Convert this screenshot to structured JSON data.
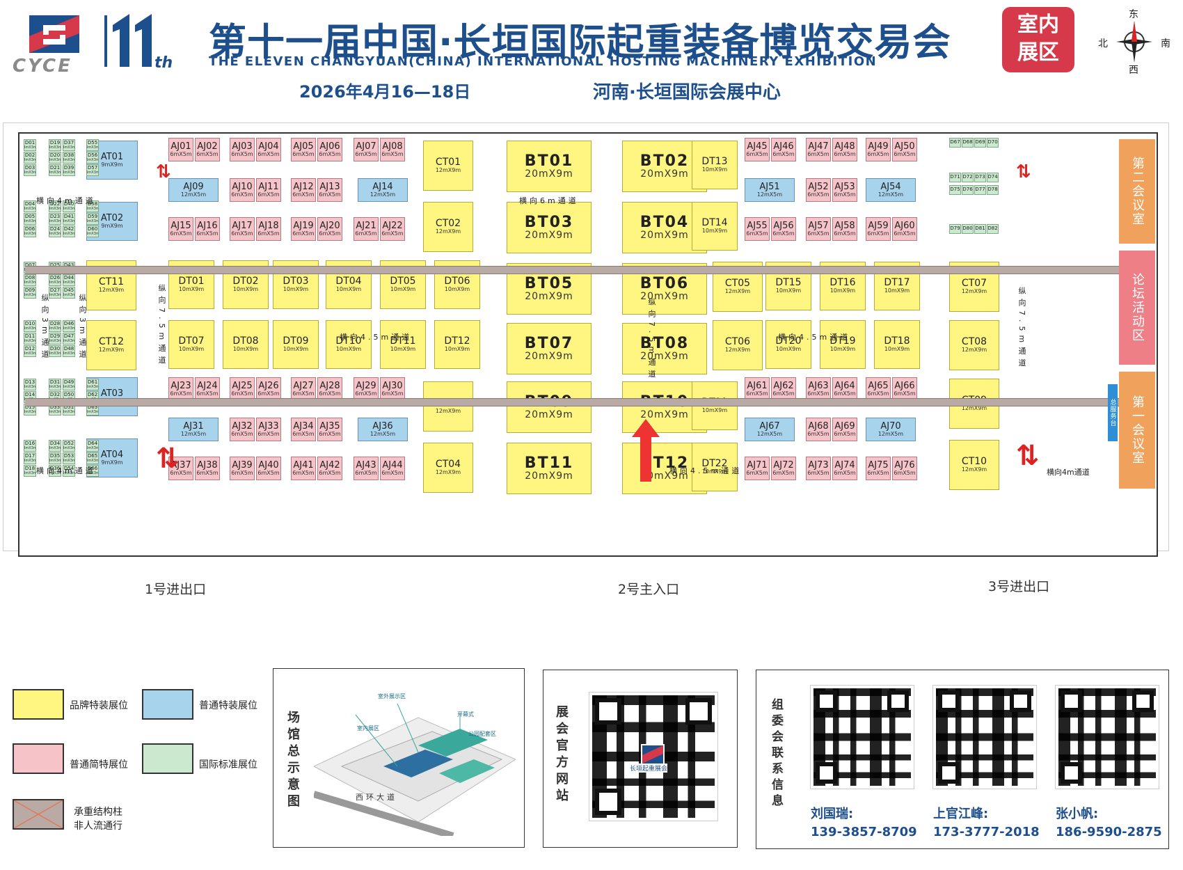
{
  "header": {
    "logo_text": "CYCE",
    "edition_mark": "th",
    "title": "第十一届中国·长垣国际起重装备博览交易会",
    "subtitle_en": "THE ELEVEN CHANGYUAN(CHINA) INTERNATIONAL HOSTING MACHINERY EXHIBITION",
    "date": "2026年4月16—18日",
    "venue": "河南·长垣国际会展中心",
    "badge_line1": "室内",
    "badge_line2": "展区",
    "compass": {
      "n": "北",
      "s": "南",
      "e": "东",
      "w": "西"
    }
  },
  "colors": {
    "brand_blue": "#1e4f8d",
    "brand_red": "#d63a4a",
    "brand_special": "#fff581",
    "regular_special": "#a8d3ec",
    "simple_special": "#f6c4c8",
    "intl_standard": "#cbe9cf",
    "room_orange": "#f0a25c",
    "room_pink": "#ee7f87",
    "service_blue": "#2e8fd6"
  },
  "booths": {
    "big": [
      {
        "code": "BT01",
        "size": "20mX9m"
      },
      {
        "code": "BT02",
        "size": "20mX9m"
      },
      {
        "code": "BT03",
        "size": "20mX9m"
      },
      {
        "code": "BT04",
        "size": "20mX9m"
      },
      {
        "code": "BT05",
        "size": "20mX9m"
      },
      {
        "code": "BT06",
        "size": "20mX9m"
      },
      {
        "code": "BT07",
        "size": "20mX9m"
      },
      {
        "code": "BT08",
        "size": "20mX9m"
      },
      {
        "code": "BT09",
        "size": "20mX9m"
      },
      {
        "code": "BT10",
        "size": "20mX9m"
      },
      {
        "code": "BT11",
        "size": "20mX9m"
      },
      {
        "code": "BT12",
        "size": "20mX9m"
      }
    ],
    "ct": [
      {
        "code": "CT01",
        "size": "12mX9m"
      },
      {
        "code": "CT02",
        "size": "12mX9m"
      },
      {
        "code": "CT03",
        "size": "12mX9m"
      },
      {
        "code": "CT04",
        "size": "12mX9m"
      },
      {
        "code": "CT05",
        "size": "12mX9m"
      },
      {
        "code": "CT06",
        "size": "12mX9m"
      },
      {
        "code": "CT07",
        "size": "12mX9m"
      },
      {
        "code": "CT08",
        "size": "12mX9m"
      },
      {
        "code": "CT09",
        "size": "12mX9m"
      },
      {
        "code": "CT10",
        "size": "12mX9m"
      },
      {
        "code": "CT11",
        "size": "12mX9m"
      },
      {
        "code": "CT12",
        "size": "12mX9m"
      }
    ],
    "dt": [
      {
        "code": "DT01",
        "size": "10mX9m"
      },
      {
        "code": "DT02",
        "size": "10mX9m"
      },
      {
        "code": "DT03",
        "size": "10mX9m"
      },
      {
        "code": "DT04",
        "size": "10mX9m"
      },
      {
        "code": "DT05",
        "size": "10mX9m"
      },
      {
        "code": "DT06",
        "size": "10mX9m"
      },
      {
        "code": "DT07",
        "size": "10mX9m"
      },
      {
        "code": "DT08",
        "size": "10mX9m"
      },
      {
        "code": "DT09",
        "size": "10mX9m"
      },
      {
        "code": "DT10",
        "size": "10mX9m"
      },
      {
        "code": "DT11",
        "size": "10mX9m"
      },
      {
        "code": "DT12",
        "size": "10mX9m"
      },
      {
        "code": "DT13",
        "size": "10mX9m"
      },
      {
        "code": "DT14",
        "size": "10mX9m"
      },
      {
        "code": "DT15",
        "size": "10mX9m"
      },
      {
        "code": "DT16",
        "size": "10mX9m"
      },
      {
        "code": "DT17",
        "size": "10mX9m"
      },
      {
        "code": "DT18",
        "size": "10mX9m"
      },
      {
        "code": "DT19",
        "size": "10mX9m"
      },
      {
        "code": "DT20",
        "size": "10mX9m"
      },
      {
        "code": "DT21",
        "size": "10mX9m"
      },
      {
        "code": "DT22",
        "size": "10mX9m"
      }
    ],
    "at": [
      {
        "code": "AT01",
        "size": "9mX9m"
      },
      {
        "code": "AT02",
        "size": "9mX9m"
      },
      {
        "code": "AT03",
        "size": "9mX9m"
      },
      {
        "code": "AT04",
        "size": "9mX9m"
      }
    ],
    "aj_pairs": [
      [
        "AJ01",
        "AJ02"
      ],
      [
        "AJ03",
        "AJ04"
      ],
      [
        "AJ05",
        "AJ06"
      ],
      [
        "AJ07",
        "AJ08"
      ],
      [
        "AJ10",
        "AJ11"
      ],
      [
        "AJ12",
        "AJ13"
      ],
      [
        "AJ15",
        "AJ16"
      ],
      [
        "AJ17",
        "AJ18"
      ],
      [
        "AJ19",
        "AJ20"
      ],
      [
        "AJ21",
        "AJ22"
      ],
      [
        "AJ23",
        "AJ24"
      ],
      [
        "AJ25",
        "AJ26"
      ],
      [
        "AJ27",
        "AJ28"
      ],
      [
        "AJ29",
        "AJ30"
      ],
      [
        "AJ32",
        "AJ33"
      ],
      [
        "AJ34",
        "AJ35"
      ],
      [
        "AJ37",
        "AJ38"
      ],
      [
        "AJ39",
        "AJ40"
      ],
      [
        "AJ41",
        "AJ42"
      ],
      [
        "AJ43",
        "AJ44"
      ],
      [
        "AJ45",
        "AJ46"
      ],
      [
        "AJ47",
        "AJ48"
      ],
      [
        "AJ49",
        "AJ50"
      ],
      [
        "AJ52",
        "AJ53"
      ],
      [
        "AJ55",
        "AJ56"
      ],
      [
        "AJ57",
        "AJ58"
      ],
      [
        "AJ59",
        "AJ60"
      ],
      [
        "AJ61",
        "AJ62"
      ],
      [
        "AJ63",
        "AJ64"
      ],
      [
        "AJ65",
        "AJ66"
      ],
      [
        "AJ68",
        "AJ69"
      ],
      [
        "AJ71",
        "AJ72"
      ],
      [
        "AJ73",
        "AJ74"
      ],
      [
        "AJ75",
        "AJ76"
      ]
    ],
    "aj_small_size": "6mX5m",
    "aj_wide": [
      {
        "code": "AJ09",
        "size": "12mX5m"
      },
      {
        "code": "AJ14",
        "size": "12mX5m"
      },
      {
        "code": "AJ31",
        "size": "12mX5m"
      },
      {
        "code": "AJ36",
        "size": "12mX5m"
      },
      {
        "code": "AJ51",
        "size": "12mX5m"
      },
      {
        "code": "AJ54",
        "size": "12mX5m"
      },
      {
        "code": "AJ67",
        "size": "12mX5m"
      },
      {
        "code": "AJ70",
        "size": "12mX5m"
      }
    ],
    "d_size": "3mX3m",
    "d_groups": [
      [
        "D01",
        "D02",
        "D03"
      ],
      [
        "D19",
        "D20",
        "D21"
      ],
      [
        "D37",
        "D38",
        "D39"
      ],
      [
        "D55",
        "D56",
        "D57"
      ],
      [
        "D04",
        "D05",
        "D06"
      ],
      [
        "D22",
        "D23",
        "D24"
      ],
      [
        "D40",
        "D41",
        "D42"
      ],
      [
        "D58",
        "D59",
        "D60"
      ],
      [
        "D07",
        "D08",
        "D09"
      ],
      [
        "D25",
        "D26",
        "D27"
      ],
      [
        "D43",
        "D44",
        "D45"
      ],
      [
        "D10",
        "D11",
        "D12"
      ],
      [
        "D28",
        "D29",
        "D30"
      ],
      [
        "D46",
        "D47",
        "D48"
      ],
      [
        "D13",
        "D14",
        "D15"
      ],
      [
        "D31",
        "D32",
        "D33"
      ],
      [
        "D49",
        "D50",
        "D51"
      ],
      [
        "D61",
        "D62",
        "D63"
      ],
      [
        "D16",
        "D17",
        "D18"
      ],
      [
        "D34",
        "D35",
        "D36"
      ],
      [
        "D52",
        "D53",
        "D54"
      ],
      [
        "D64",
        "D65",
        "D66"
      ]
    ],
    "d_right": [
      "D67",
      "D68",
      "D69",
      "D70",
      "D71",
      "D72",
      "D73",
      "D74",
      "D75",
      "D76",
      "D77",
      "D78",
      "D79",
      "D80",
      "D81",
      "D82"
    ]
  },
  "dimensions": {
    "m12": "12m",
    "m10": "10m",
    "m9": "9m",
    "m6": "6m",
    "m3": "3m"
  },
  "aisles": {
    "h4m_left": "横向4m通道",
    "h6m": "横向6m通道",
    "h45m_left": "横向4.5m通道",
    "h45m_right": "横向4.5m通道",
    "h45m_lower": "横向4.5m通道",
    "h4m_right": "横向4m通道",
    "v3m_a": "纵向3m通道",
    "v3m_b": "纵向3m通道",
    "v75_left": "纵向7.5m通道",
    "v75_center": "纵向7.5m通道",
    "v75_right": "纵向7.5m通道"
  },
  "rooms": {
    "room2": "第二会议室",
    "forum": "论坛活动区",
    "room1": "第一会议室",
    "service": "总服务台"
  },
  "exits": {
    "exit1": "1号进出口",
    "exit2": "2号主入口",
    "exit3": "3号进出口"
  },
  "legend": {
    "brand_special": "品牌特装展位",
    "regular_special": "普通特装展位",
    "simple_special": "普通简特展位",
    "intl_standard": "国际标准展位",
    "column_line1": "承重结构柱",
    "column_line2": "非人流通行"
  },
  "panels": {
    "venue_map_title": "场馆总示意图",
    "venue_map_road": "西环大道",
    "venue_map_label1": "室外展示区",
    "venue_map_label2": "开幕式",
    "venue_map_label3": "室内展区",
    "venue_map_label4": "公园配套区",
    "website_title": "展会官方网站",
    "website_qr_caption": "长垣起重展会",
    "contacts_title": "组委会联系信息"
  },
  "contacts": [
    {
      "name": "刘国瑞:",
      "phone": "139-3857-8709"
    },
    {
      "name": "上官江峰:",
      "phone": "173-3777-2018"
    },
    {
      "name": "张小帆:",
      "phone": "186-9590-2875"
    }
  ]
}
